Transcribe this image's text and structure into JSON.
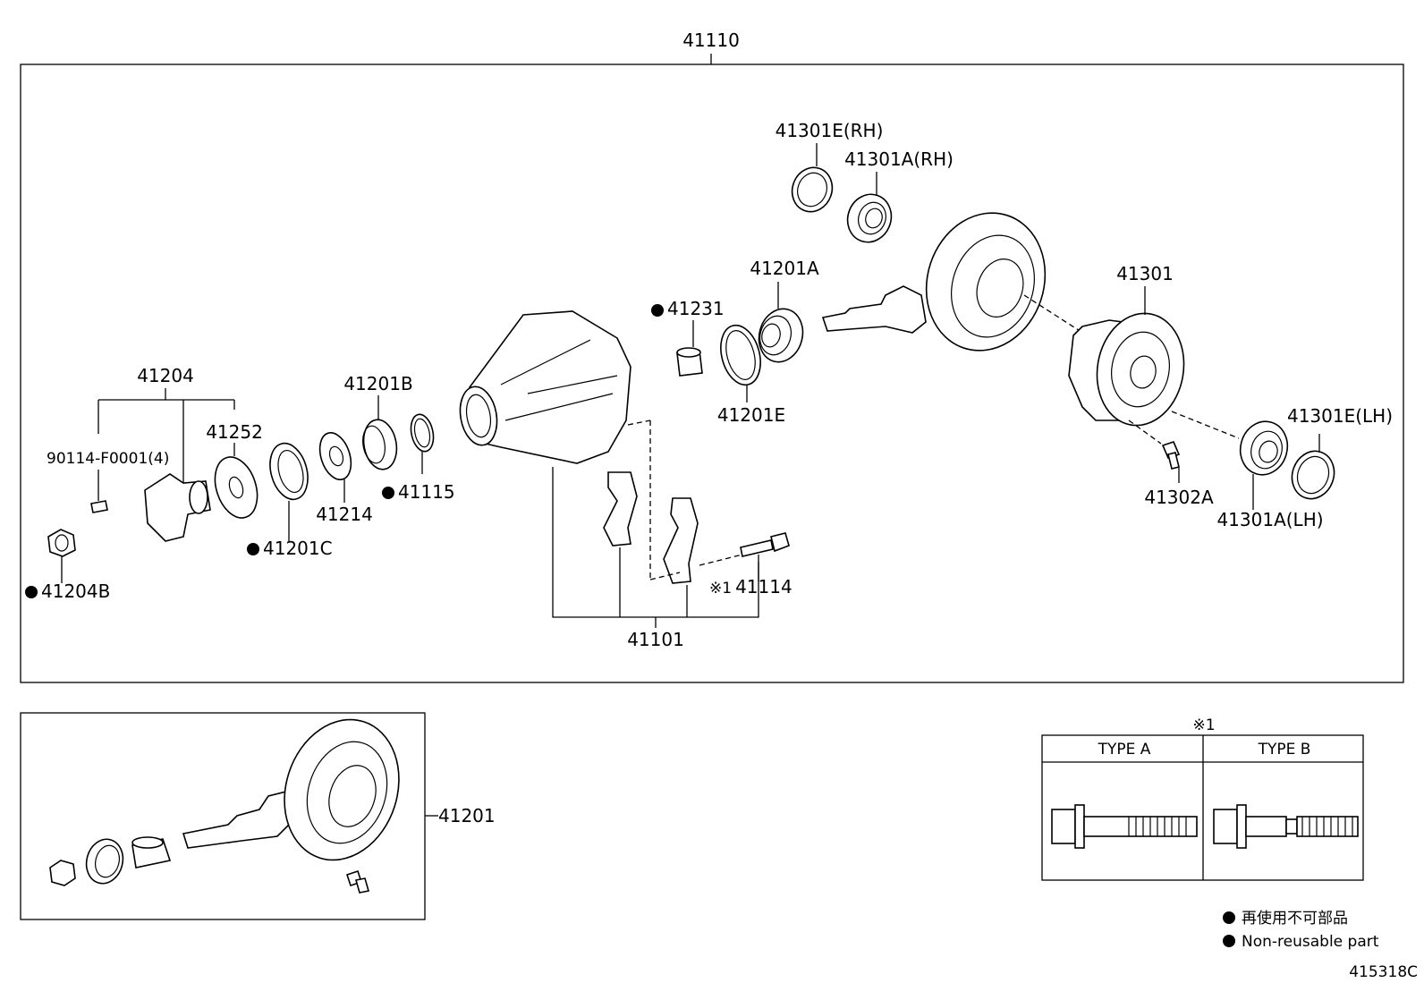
{
  "assembly": {
    "label": "41110"
  },
  "callouts": [
    {
      "id": "41301E(RH)",
      "nonreusable": false
    },
    {
      "id": "41301A(RH)",
      "nonreusable": false
    },
    {
      "id": "41201A",
      "nonreusable": false
    },
    {
      "id": "41231",
      "nonreusable": true
    },
    {
      "id": "41301",
      "nonreusable": false
    },
    {
      "id": "41204",
      "nonreusable": false
    },
    {
      "id": "41201B",
      "nonreusable": false
    },
    {
      "id": "41252",
      "nonreusable": false
    },
    {
      "id": "90114-F0001(4)",
      "nonreusable": false
    },
    {
      "id": "41201E",
      "nonreusable": false
    },
    {
      "id": "41301E(LH)",
      "nonreusable": false
    },
    {
      "id": "41115",
      "nonreusable": true
    },
    {
      "id": "41214",
      "nonreusable": false
    },
    {
      "id": "41302A",
      "nonreusable": false
    },
    {
      "id": "41301A(LH)",
      "nonreusable": false
    },
    {
      "id": "41201C",
      "nonreusable": true
    },
    {
      "id": "41114",
      "nonreusable": false,
      "prefix": "※1"
    },
    {
      "id": "41204B",
      "nonreusable": true
    },
    {
      "id": "41101",
      "nonreusable": false
    },
    {
      "id": "41201",
      "nonreusable": false
    }
  ],
  "type_table": {
    "note": "※1",
    "columns": [
      "TYPE A",
      "TYPE B"
    ]
  },
  "legend": {
    "japanese": "再使用不可部品",
    "english": "Non-reusable part"
  },
  "figure_code": "415318C"
}
